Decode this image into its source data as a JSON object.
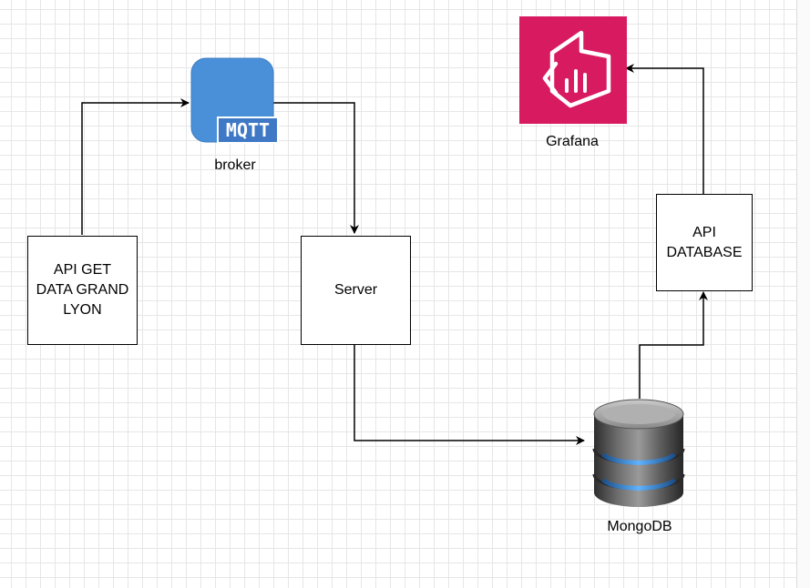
{
  "nodes": {
    "api_get": {
      "label": "API GET\nDATA GRAND\nLYON"
    },
    "broker": {
      "label": "broker",
      "icon": "mqtt-icon",
      "badge": "MQTT"
    },
    "server": {
      "label": "Server"
    },
    "grafana": {
      "label": "Grafana",
      "icon": "grafana-icon"
    },
    "api_database": {
      "label": "API\nDATABASE"
    },
    "mongodb": {
      "label": "MongoDB",
      "icon": "database-icon"
    }
  },
  "colors": {
    "mqtt_blue": "#4a90d9",
    "grafana_pink": "#d81b60",
    "edge": "#000000"
  }
}
